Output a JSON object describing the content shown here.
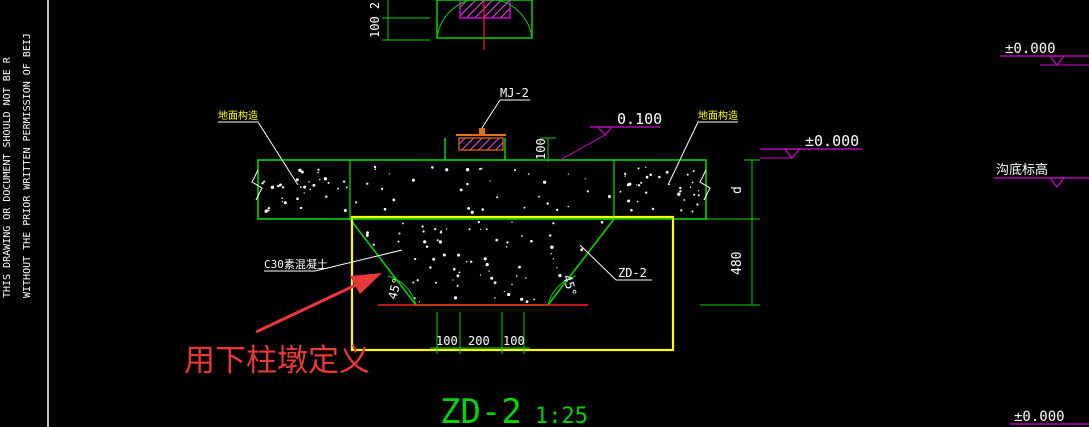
{
  "border_note": {
    "line1": "THIS DRAWING OR DOCUMENT SHOULD NOT BE R",
    "line2": "WITHOUT THE PRIOR WRITTEN PERMISSION OF BEIJ"
  },
  "labels": {
    "top_dim": "100 2",
    "mj_tag": "MJ-2",
    "ground_left": "地面构造",
    "ground_right": "地面构造",
    "elev_0100": "0.100",
    "elev_pm0_center": "±0.000",
    "elev_pm0_right_top": "±0.000",
    "elev_pm0_right_bottom": "±0.000",
    "trench_bottom": "沟底标高",
    "dim_100_vertical": "100",
    "dim_d": "d",
    "dim_480": "480",
    "concrete": "C30素混凝土",
    "pier_tag": "ZD-2",
    "angle_left": "45°",
    "angle_right": "45°",
    "dim_bottom_left": "100",
    "dim_bottom_mid": "200",
    "dim_bottom_right": "100",
    "title": "ZD-2",
    "scale": "1:25",
    "annotation": "用下柱墩定义"
  },
  "colors": {
    "background": "#000000",
    "outline": "#00d400",
    "text": "#ffffff",
    "highlight": "#ffff00",
    "elevation_marker": "#d000d0",
    "annotation": "#e8383a",
    "accent_red": "#ff2020",
    "ground_text": "#ffff00"
  }
}
